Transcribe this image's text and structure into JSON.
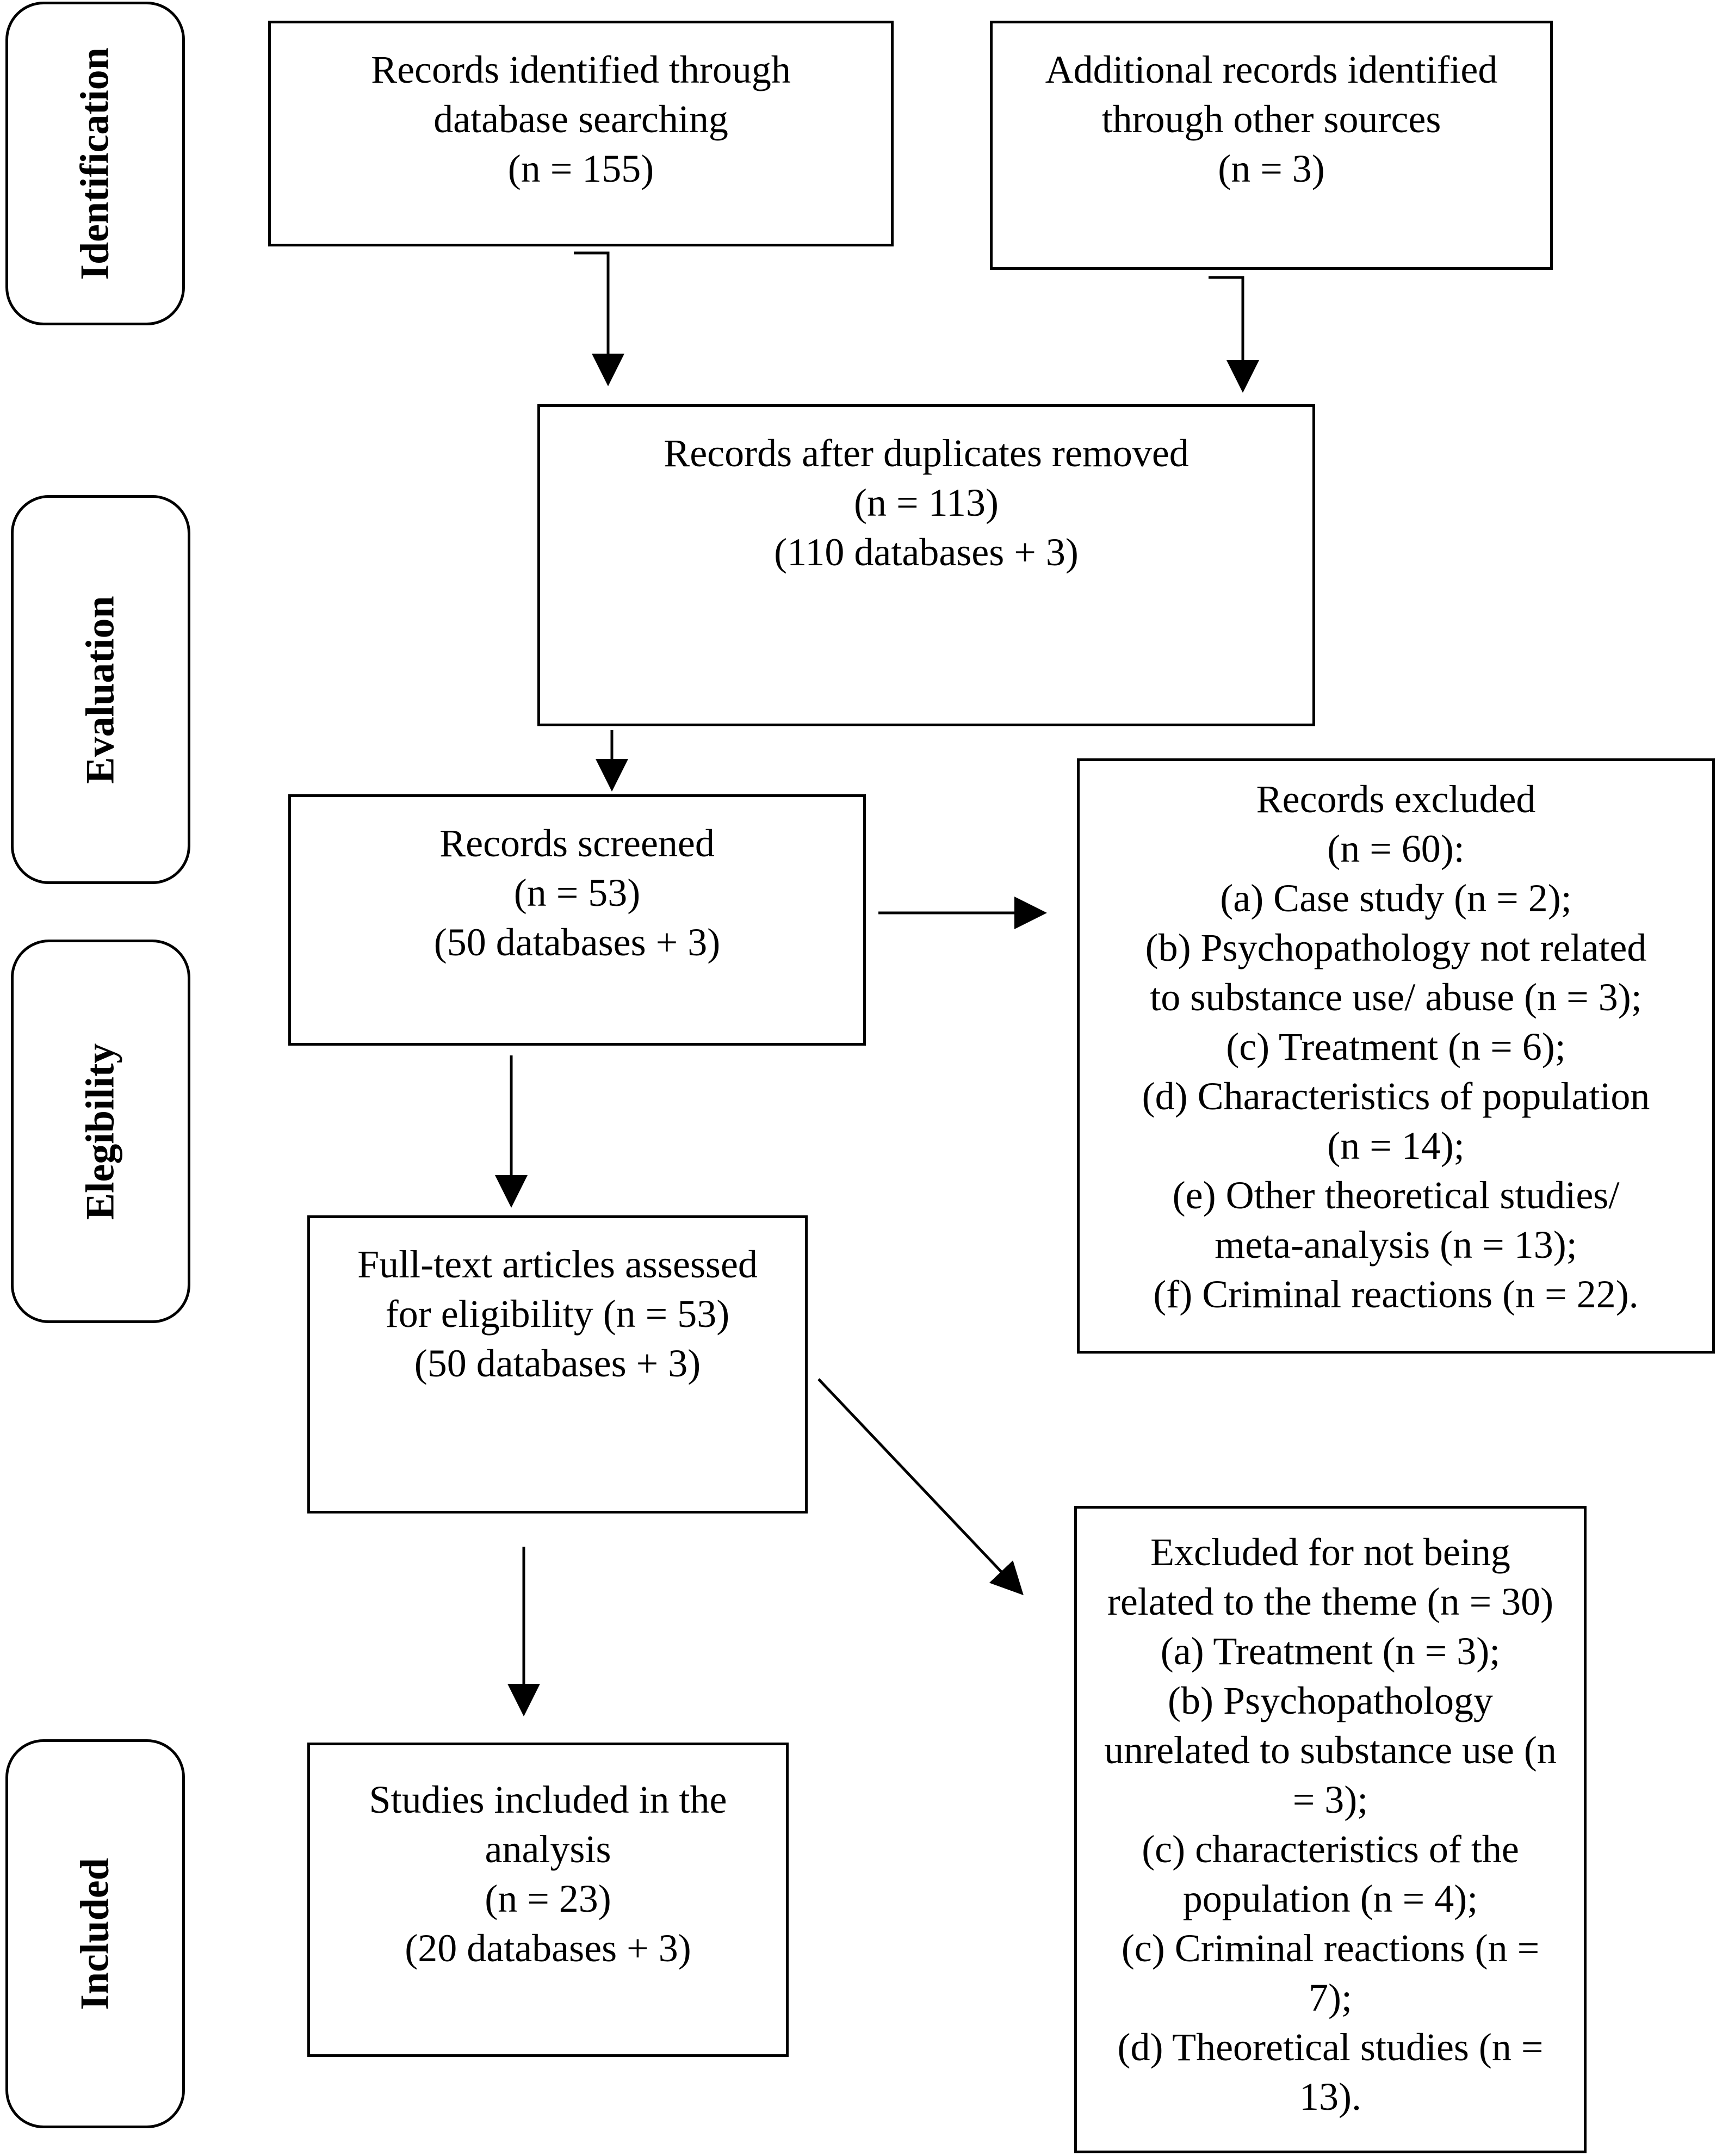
{
  "phases": {
    "identification": "Identification",
    "evaluation": "Evaluation",
    "eligibility": "Elegibility",
    "included": "Included"
  },
  "boxes": {
    "identified": {
      "lines": [
        "Records identified through",
        "database searching",
        "(n = 155)"
      ]
    },
    "additional": {
      "lines": [
        "Additional records identified",
        "through other sources",
        "(n = 3)"
      ]
    },
    "duplicates": {
      "lines": [
        "Records after duplicates removed",
        "(n = 113)",
        "(110 databases + 3)"
      ]
    },
    "screened": {
      "lines": [
        "Records screened",
        "(n = 53)",
        "(50 databases + 3)"
      ]
    },
    "excluded": {
      "lines": [
        "Records excluded",
        "(n = 60):",
        "(a) Case study (n = 2);",
        "(b) Psychopathology not related",
        "to substance use/ abuse (n = 3);",
        "(c) Treatment (n = 6);",
        "(d) Characteristics of population",
        "(n = 14);",
        "(e) Other theoretical studies/",
        "meta-analysis (n = 13);",
        "(f) Criminal reactions (n = 22)."
      ]
    },
    "fulltext": {
      "lines": [
        "Full-text articles assessed",
        "for eligibility (n = 53)",
        "(50 databases + 3)"
      ]
    },
    "excluded_theme": {
      "lines": [
        "Excluded for not being",
        "related to the theme (n = 30)",
        "(a) Treatment (n = 3);",
        "(b) Psychopathology",
        "unrelated to substance use (n",
        "= 3);",
        "(c) characteristics of the",
        "population (n = 4);",
        "(c) Criminal reactions (n =",
        "7);",
        "(d) Theoretical studies (n =",
        "13)."
      ]
    },
    "included": {
      "lines": [
        "Studies included in the",
        "analysis",
        "(n = 23)",
        "(20 databases + 3)"
      ]
    }
  }
}
